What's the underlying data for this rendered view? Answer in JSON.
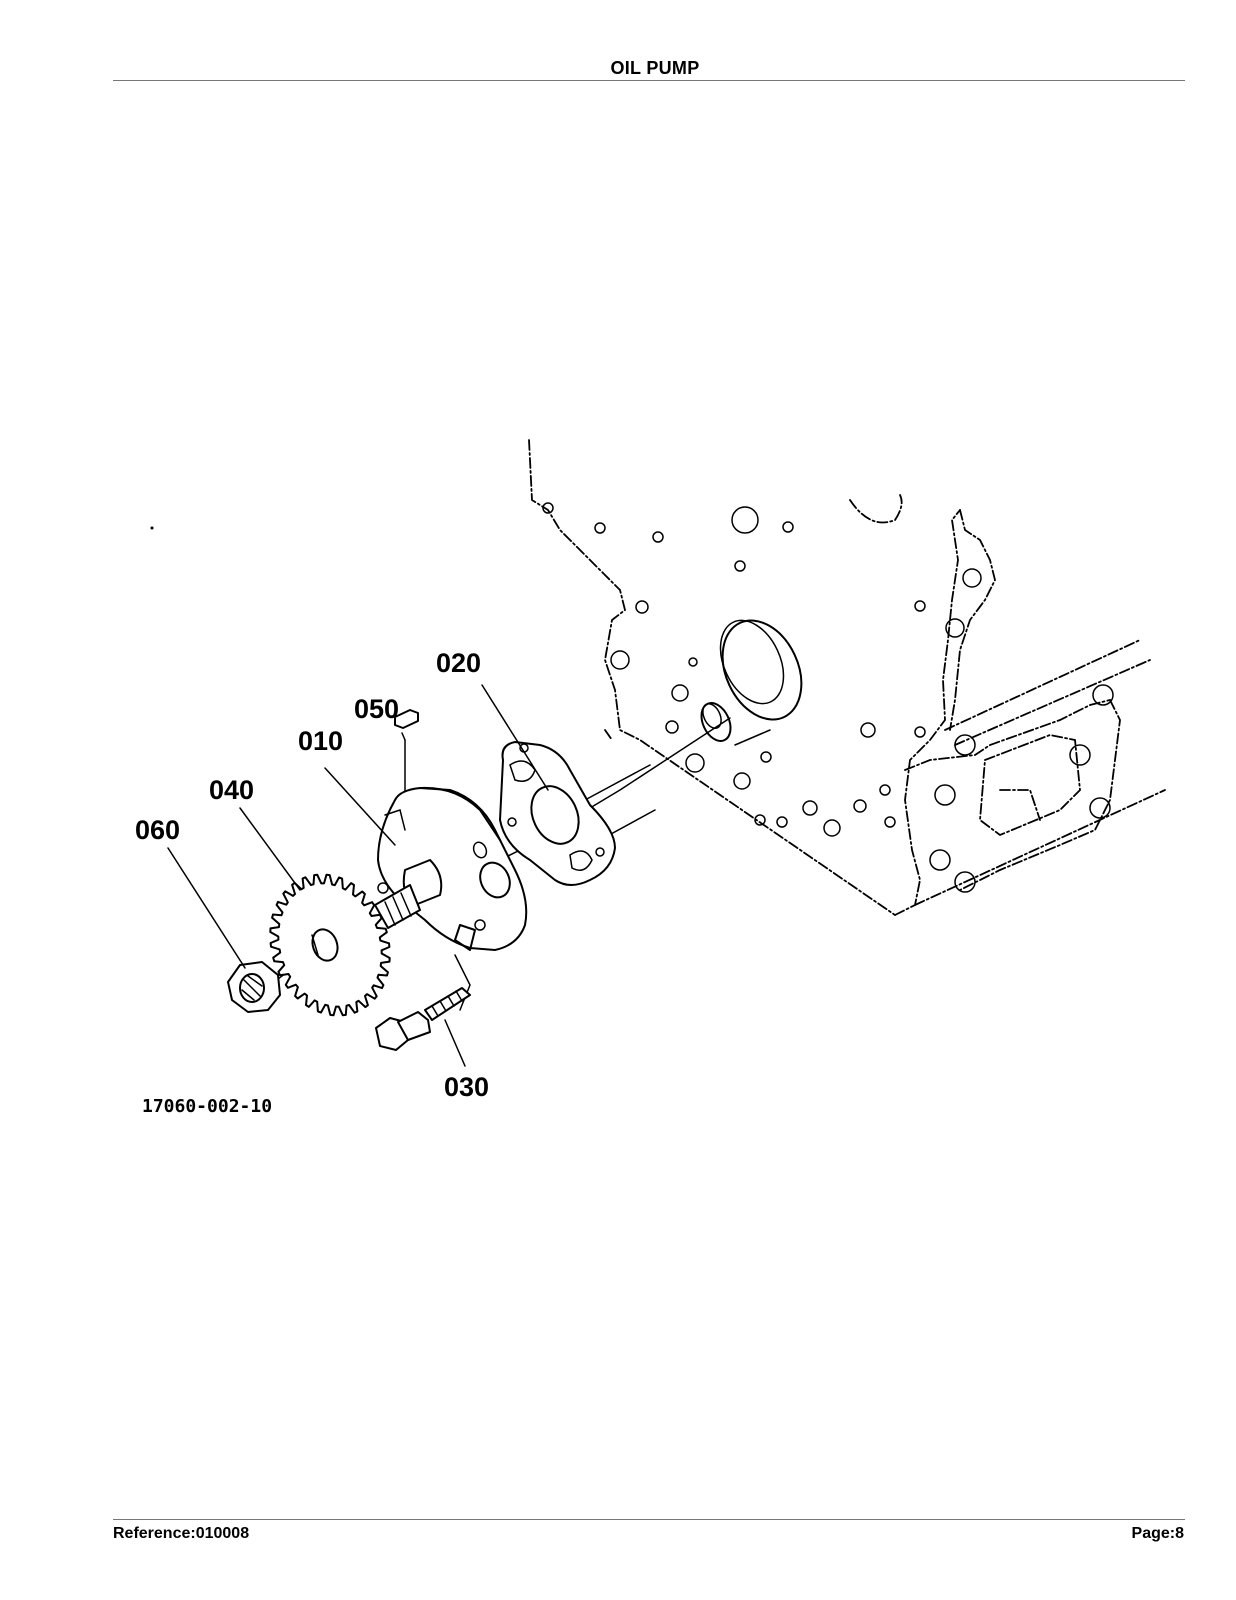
{
  "header": {
    "title": "OIL PUMP"
  },
  "footer": {
    "reference": "Reference:010008",
    "page": "Page:8"
  },
  "diagram": {
    "drawing_number": "17060-002-10",
    "callouts": {
      "c010": "010",
      "c020": "020",
      "c030": "030",
      "c040": "040",
      "c050": "050",
      "c060": "060"
    }
  }
}
